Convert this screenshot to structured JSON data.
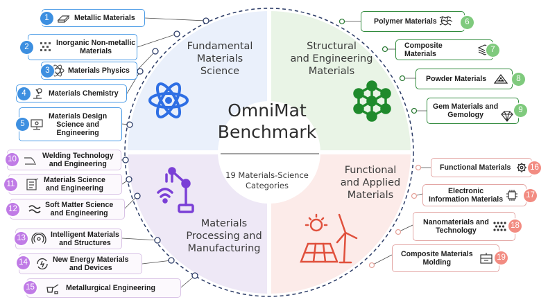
{
  "center": {
    "title": "OmniMat\nBenchmark",
    "subtitle": "19 Materials-Science\nCategories"
  },
  "quadrants": [
    {
      "title": "Fundamental\nMaterials\nScience",
      "icon": "atom-icon"
    },
    {
      "title": "Structural\nand Engineering\nMaterials",
      "icon": "molecular-lattice-icon"
    },
    {
      "title": "Materials\nProcessing and\nManufacturing",
      "icon": "robot-arm-icon"
    },
    {
      "title": "Functional\nand Applied\nMaterials",
      "icon": "solar-wind-icon"
    }
  ],
  "colors": {
    "fundamental_bg": "#eaf0fb",
    "structural_bg": "#e9f4e6",
    "processing_bg": "#eee8f6",
    "functional_bg": "#fcebe9",
    "blue": "#3d8fe0",
    "purple": "#c07be6",
    "green": "#7fca7d",
    "pink": "#f28c82",
    "dark_green": "#1f8a2c",
    "red": "#e0503c"
  },
  "categories": [
    {
      "num": "1",
      "label": "Metallic Materials",
      "icon": "metal-bars-icon"
    },
    {
      "num": "2",
      "label": "Inorganic Non-metallic\nMaterials",
      "icon": "crystal-grid-icon"
    },
    {
      "num": "3",
      "label": "Materials Physics",
      "icon": "atom-orbit-icon"
    },
    {
      "num": "4",
      "label": "Materials Chemistry",
      "icon": "microscope-icon"
    },
    {
      "num": "5",
      "label": "Materials Design\nScience and\nEngineering",
      "icon": "design-workstation-icon"
    },
    {
      "num": "6",
      "label": "Polymer Materials",
      "icon": "polymer-chain-icon"
    },
    {
      "num": "7",
      "label": "Composite Materials",
      "icon": "layers-icon"
    },
    {
      "num": "8",
      "label": "Powder Materials",
      "icon": "powder-pile-icon"
    },
    {
      "num": "9",
      "label": "Gem Materials and\nGemology",
      "icon": "diamond-icon"
    },
    {
      "num": "10",
      "label": "Welding Technology\nand Engineering",
      "icon": "welding-torch-icon"
    },
    {
      "num": "11",
      "label": "Materials Science\nand Engineering",
      "icon": "checklist-icon"
    },
    {
      "num": "12",
      "label": "Soft Matter Science\nand Engineering",
      "icon": "wave-lines-icon"
    },
    {
      "num": "13",
      "label": "Intelligent Materials\nand Structures",
      "icon": "signal-rings-icon"
    },
    {
      "num": "14",
      "label": "New Energy Materials\nand Devices",
      "icon": "energy-cycle-icon"
    },
    {
      "num": "15",
      "label": "Metallurgical Engineering",
      "icon": "ladle-icon"
    },
    {
      "num": "16",
      "label": "Functional Materials",
      "icon": "gear-cog-icon"
    },
    {
      "num": "17",
      "label": "Electronic\nInformation Materials",
      "icon": "chip-icon"
    },
    {
      "num": "18",
      "label": "Nanomaterials and\nTechnology",
      "icon": "nano-grid-icon"
    },
    {
      "num": "19",
      "label": "Composite Materials\nMolding",
      "icon": "molding-press-icon"
    }
  ]
}
